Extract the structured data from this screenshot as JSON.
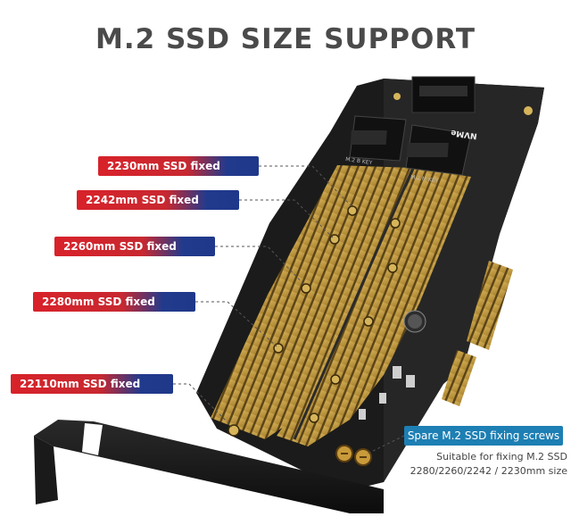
{
  "title": "M.2 SSD SIZE SUPPORT",
  "callouts": [
    "2230mm SSD fixed position",
    "2242mm SSD fixed position",
    "2260mm SSD fixed position",
    "2280mm SSD fixed position",
    "22110mm SSD fixed position"
  ],
  "spare_label": "Spare M.2 SSD fixing screws",
  "note_line1": "Suitable for fixing M.2 SSD",
  "note_line2": "2280/2260/2242 / 2230mm size",
  "board_labels": {
    "b_key": "M.2 B KEY",
    "m_key": "M.2 M KEY",
    "nvme": "NVMe"
  },
  "colors": {
    "callout_red": "#d8222a",
    "callout_blue": "#1f3889",
    "spare_blue": "#1d7fb3",
    "pcb": "#1c1c1c",
    "gold": "#c9a24a"
  }
}
